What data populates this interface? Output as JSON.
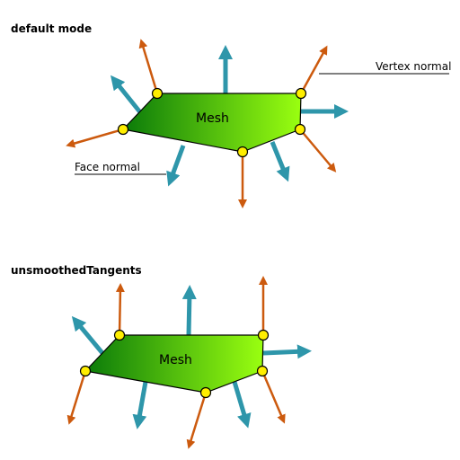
{
  "panels": [
    {
      "title": "default mode",
      "mesh_label": "Mesh",
      "vertex_normal_label": "Vertex normal",
      "face_normal_label": "Face normal"
    },
    {
      "title": "unsmoothedTangents",
      "mesh_label": "Mesh"
    }
  ],
  "colors": {
    "face_normal": "#2e96aa",
    "vertex_normal": "#cc5a0e",
    "vertex_marker": "#ffee00",
    "mesh_gradient_start": "#0a7a0a",
    "mesh_gradient_end": "#9aff10"
  }
}
